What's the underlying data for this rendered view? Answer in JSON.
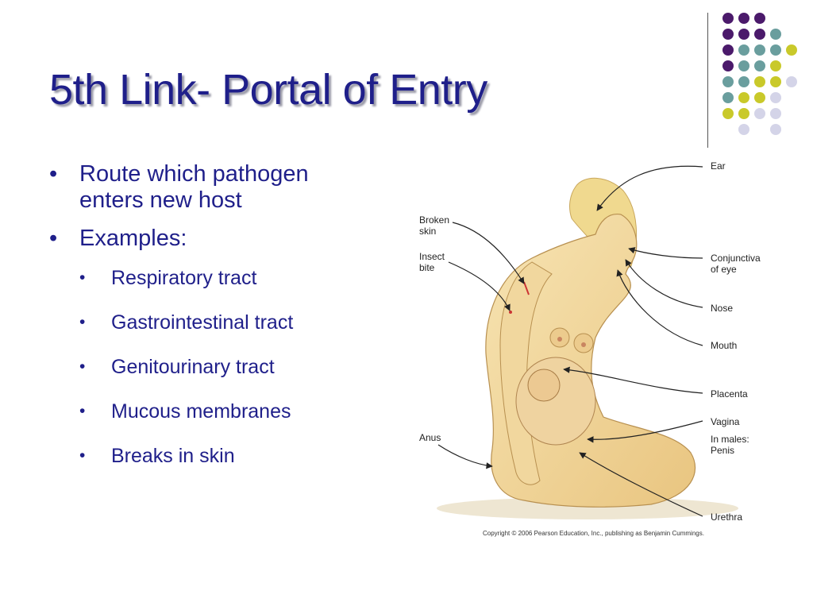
{
  "slide": {
    "title": "5th Link- Portal of Entry",
    "bullets": [
      {
        "text_lines": [
          "Route which pathogen",
          "enters new host"
        ]
      },
      {
        "text_lines": [
          "Examples:"
        ]
      }
    ],
    "sub_bullets": [
      "Respiratory tract",
      "Gastrointestinal tract",
      "Genitourinary tract",
      "Mucous membranes",
      "Breaks in skin"
    ],
    "bullet_marker": "•"
  },
  "figure": {
    "labels": {
      "ear": "Ear",
      "broken_skin_1": "Broken",
      "broken_skin_2": "skin",
      "insect_bite_1": "Insect",
      "insect_bite_2": "bite",
      "conjunctiva_1": "Conjunctiva",
      "conjunctiva_2": "of eye",
      "nose": "Nose",
      "mouth": "Mouth",
      "placenta": "Placenta",
      "vagina": "Vagina",
      "males_1": "In males:",
      "males_2": "Penis",
      "anus": "Anus",
      "urethra": "Urethra"
    },
    "copyright": "Copyright © 2006 Pearson Education, Inc., publishing as Benjamin Cummings."
  },
  "colors": {
    "title": "#1f1f8a",
    "purple_dot": "#4b1a6b",
    "teal_dot": "#6a9e9e",
    "yellow_dot": "#c9c92a",
    "lavender_dot": "#d4d4e8",
    "skin": "#f3d89a"
  }
}
